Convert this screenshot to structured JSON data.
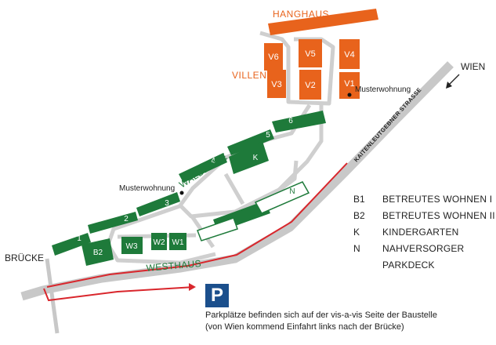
{
  "colors": {
    "green": "#1e7a3a",
    "orange": "#e8631c",
    "road": "#cfcfcf",
    "highway": "#c8c8c8",
    "red_route": "#d9262c",
    "parking_blue": "#1b4f8c"
  },
  "areas": {
    "hanghaus": "HANGHAUS",
    "villen": "VILLEN",
    "waldzeile": "WALDZEILE",
    "westhaus": "WESTHAUS"
  },
  "places": {
    "wien": "WIEN",
    "bruecke": "BRÜCKE",
    "strasse": "KAITENLEUTGEBNER STRASSE"
  },
  "show_flats": {
    "villen": "Musterwohnung",
    "waldzeile": "Musterwohnung"
  },
  "buildings": {
    "v1": "V1",
    "v2": "V2",
    "v3": "V3",
    "v4": "V4",
    "v5": "V5",
    "v6": "V6",
    "w1": "W1",
    "w2": "W2",
    "w3": "W3",
    "b1": "B1",
    "b2": "B2",
    "k": "K",
    "n": "N",
    "wz1": "1",
    "wz2": "2",
    "wz3": "3",
    "wz4": "4",
    "wz5": "5",
    "wz6": "6"
  },
  "legend": [
    {
      "code": "B1",
      "name": "BETREUTES WOHNEN I"
    },
    {
      "code": "B2",
      "name": "BETREUTES WOHNEN II"
    },
    {
      "code": "K",
      "name": "KINDERGARTEN"
    },
    {
      "code": "N",
      "name": "NAHVERSORGER"
    },
    {
      "code": "",
      "name": "PARKDECK"
    }
  ],
  "parking": {
    "icon_label": "P",
    "line1": "Parkplätze befinden sich auf der vis-a-vis Seite der Baustelle",
    "line2": "(von Wien kommend Einfahrt links nach der Brücke)"
  }
}
